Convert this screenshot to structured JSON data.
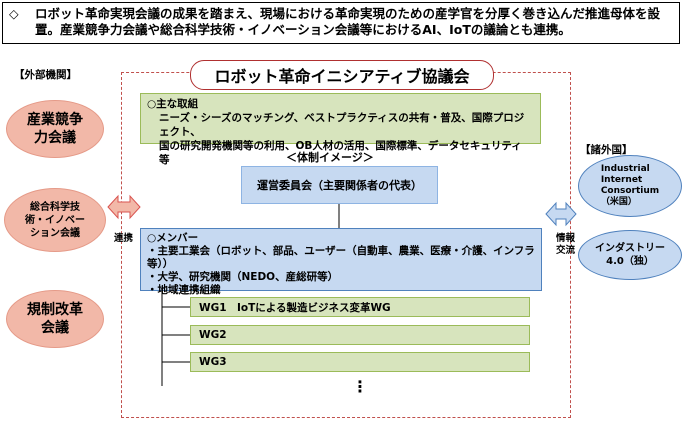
{
  "top_note": {
    "mark": "◇",
    "text": "ロボット革命実現会議の成果を踏まえ、現場における革命実現のための産学官を分厚く巻き込んだ推進母体を設置。産業競争力会議や総合科学技術・イノベーション会議等におけるAI、IoTの議論とも連携。"
  },
  "external_label": "【外部機関】",
  "foreign_label": "【諸外国】",
  "external_orgs": [
    {
      "label": "産業競争\n力会議"
    },
    {
      "label": "総合科学技\n術・イノベー\nション会議"
    },
    {
      "label": "規制改革\n会議"
    }
  ],
  "foreign_orgs": [
    {
      "label": "Industrial\nInternet\nConsortium\n（米国）"
    },
    {
      "label": "インダストリー\n4.0（独）"
    }
  ],
  "left_link_label": "連携",
  "right_link_label": "情報\n交流",
  "council": {
    "title": "ロボット革命イニシアティブ協議会",
    "activities_heading": "○主な取組",
    "activities_lines": [
      "ニーズ・シーズのマッチング、ベストプラクティスの共有・普及、国際プロジェクト、",
      "国の研究開発機関等の利用、OB人材の活用、国際標準、データセキュリティ 等"
    ],
    "structure_heading": "＜体制イメージ＞",
    "steering": "運営委員会（主要関係者の代表）",
    "members_heading": "○メンバー",
    "members_lines": [
      "・主要工業会（ロボット、部品、ユーザー（自動車、農業、医療・介護、インフラ等））",
      "・大学、研究機関（NEDO、産総研等）",
      "・地域連携組織"
    ],
    "working_groups": [
      "WG1　IoTによる製造ビジネス変革WG",
      "WG2",
      "WG3"
    ],
    "ellipsis": "⋮"
  },
  "colors": {
    "frame": "#c0504d",
    "green_box": "#d7e4bd",
    "blue_box": "#c6d9f1",
    "red_oval": "#f2b8a8"
  }
}
